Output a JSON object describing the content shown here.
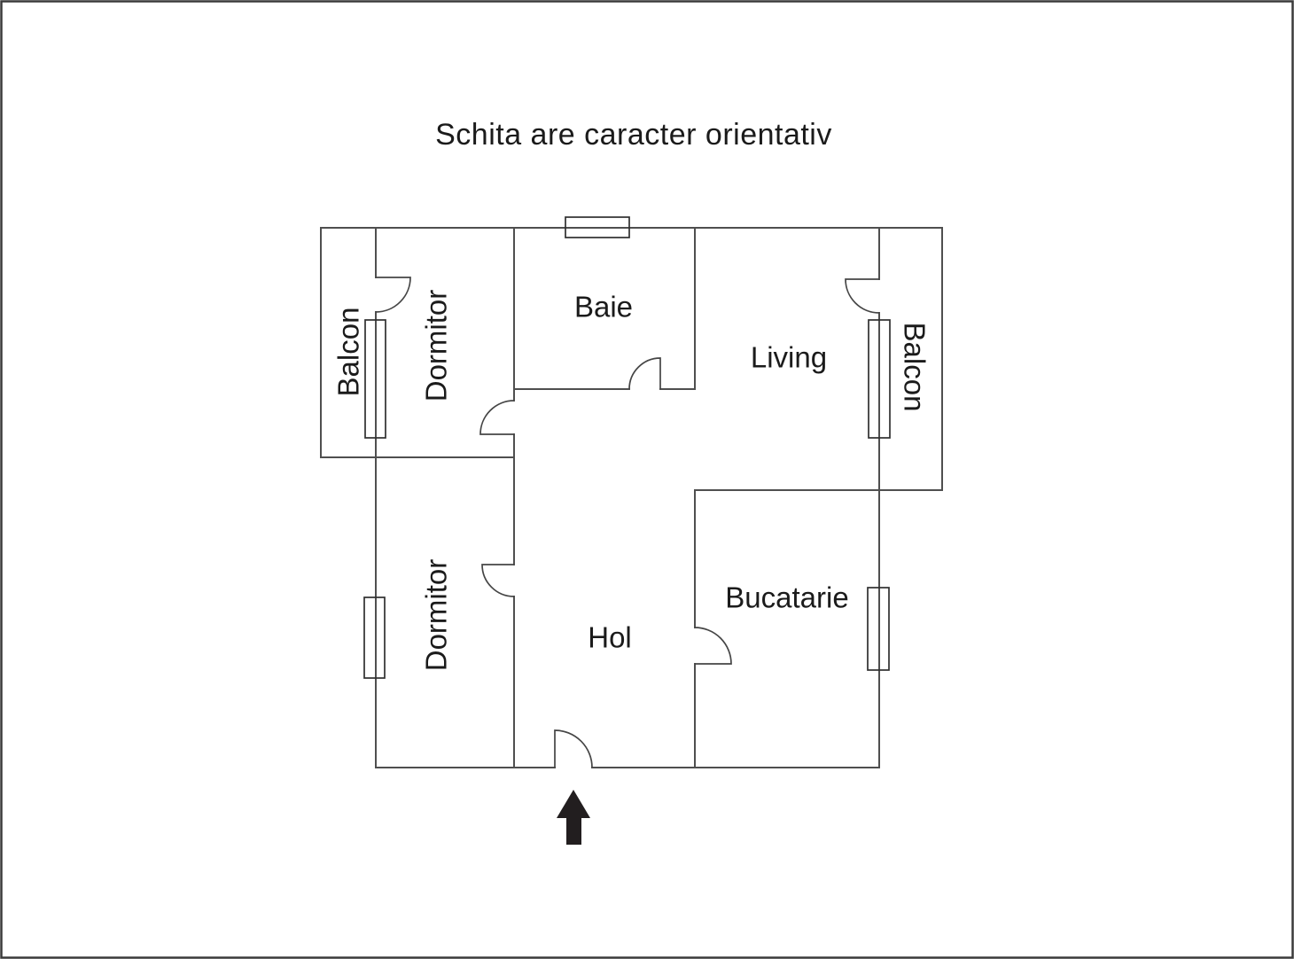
{
  "page": {
    "background": "#ffffff",
    "border_color": "#3a3a3a"
  },
  "title": "Schita are caracter orientativ",
  "plan": {
    "wall_color": "#4f4f4f",
    "door_color": "#454545",
    "window_color": "#303030",
    "text_color": "#1b1b1b",
    "arrow_color": "#221e1f",
    "rooms": {
      "balcon_left": "Balcon",
      "dormitor_top": "Dormitor",
      "baie": "Baie",
      "living": "Living",
      "balcon_right": "Balcon",
      "dormitor_bottom": "Dormitor",
      "hol": "Hol",
      "bucatarie": "Bucatarie"
    },
    "icons": {
      "entrance_arrow": "up-arrow"
    }
  }
}
